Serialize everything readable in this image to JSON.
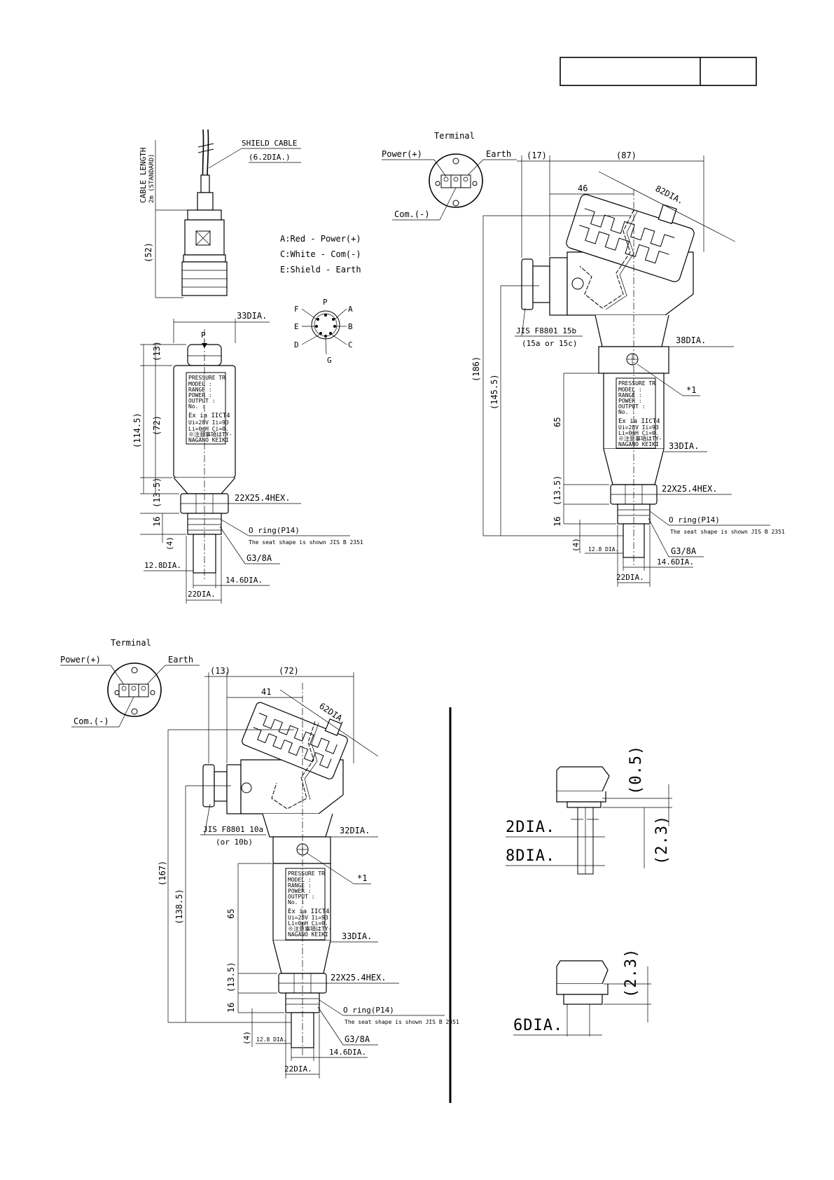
{
  "title_block": {
    "cell_1": "",
    "cell_2": ""
  },
  "cable_view": {
    "cable_length": "CABLE LENGTH",
    "cable_standard": "2m (STANDARD)",
    "shield_cable": "SHIELD CABLE",
    "shield_dia": "(6.2DIA.)",
    "dim_52": "(52)",
    "wire_a": "A:Red - Power(+)",
    "wire_c": "C:White - Com(-)",
    "wire_e": "E:Shield - Earth",
    "pins": {
      "p": "P",
      "a": "A",
      "b": "B",
      "c": "C",
      "d": "D",
      "e": "E",
      "f": "F",
      "g": "G"
    }
  },
  "body_common": {
    "p_label": "P",
    "dia_33": "33DIA.",
    "hex": "22X25.4HEX.",
    "oring": "O ring(P14)",
    "seat_note": "The seat shape is shown JIS B 2351",
    "thread": "G3/8A",
    "dia_128": "12.8DIA.",
    "dia_128_small": "12.8 DIA.",
    "dia_146": "14.6DIA.",
    "dia_22": "22DIA.",
    "dim_13": "(13)",
    "dim_72": "(72)",
    "dim_1145": "(114.5)",
    "dim_135": "(13.5)",
    "dim_16": "16",
    "dim_4": "(4)",
    "dim_65": "65",
    "star1": "*1"
  },
  "nameplate": {
    "l1": "PRESSURE TR",
    "l2": "MODEL   :",
    "l3": "RANGE   :",
    "l4": "POWER   :",
    "l5": "OUTPUT  :",
    "l6": "No.     :",
    "l7": "Ex ia IICT4",
    "l8": "Ui=28V  Ii=93",
    "l9": "Li=0mH  Ci=0.",
    "l10": "※注意事項はTY-",
    "l11": "NAGANO KEIKI"
  },
  "terminal": {
    "title": "Terminal",
    "power": "Power(+)",
    "earth": "Earth",
    "com": "Com.(-)"
  },
  "head_large": {
    "dim_17": "(17)",
    "dim_87": "(87)",
    "dim_46": "46",
    "dia_82": "82DIA.",
    "dia_38": "38DIA.",
    "dim_186": "(186)",
    "dim_1455": "(145.5)",
    "jis": "JIS F8801 15b",
    "jis_alt": "(15a or 15c)"
  },
  "head_small": {
    "dim_13": "(13)",
    "dim_72": "(72)",
    "dim_41": "41",
    "dia_62": "62DIA.",
    "dia_32": "32DIA.",
    "dim_167": "(167)",
    "dim_1385": "(138.5)",
    "jis": "JIS F8801 10a",
    "jis_alt": "(or 10b)"
  },
  "details": {
    "dim_05": "(0.5)",
    "dim_23a": "(2.3)",
    "dia_2": "2DIA.",
    "dia_8": "8DIA.",
    "dim_23b": "(2.3)",
    "dia_6": "6DIA."
  }
}
